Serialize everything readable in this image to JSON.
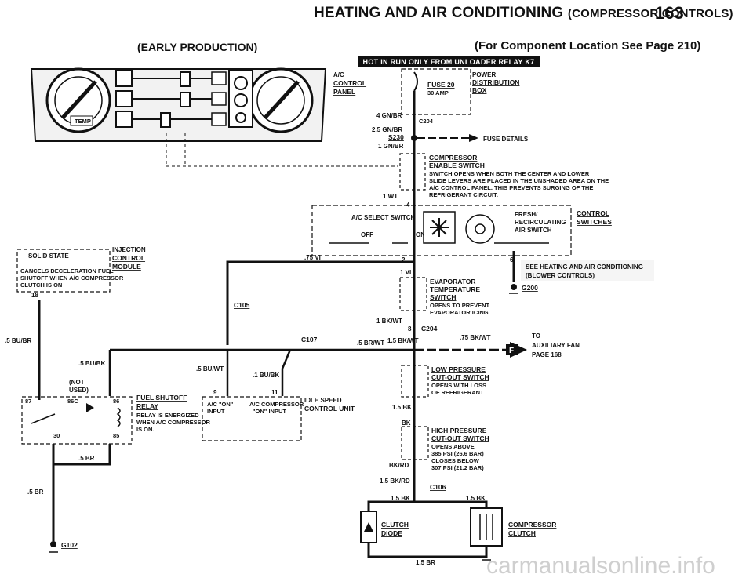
{
  "header": {
    "title_main": "HEATING AND AIR CONDITIONING",
    "title_sub": "(COMPRESSOR CONTROLS)",
    "page_number": "163",
    "production_note": "(EARLY PRODUCTION)",
    "location_note": "(For Component Location See Page 210)",
    "hot_banner": "HOT IN RUN ONLY FROM UNLOADER RELAY K7"
  },
  "components": {
    "ac_control_panel": [
      "A/C",
      "CONTROL",
      "PANEL"
    ],
    "temp_label": "TEMP",
    "fuse": {
      "name": "FUSE 20",
      "rating": "30 AMP"
    },
    "power_dist": [
      "POWER",
      "DISTRIBUTION",
      "BOX"
    ],
    "fuse_details": "FUSE DETAILS",
    "compressor_enable": {
      "title": [
        "COMPRESSOR",
        "ENABLE SWITCH"
      ],
      "note": [
        "SWITCH OPENS WHEN BOTH THE CENTER AND LOWER",
        "SLIDE LEVERS ARE PLACED IN THE UNSHADED AREA ON THE",
        "A/C CONTROL PANEL. THIS PREVENTS SURGING OF THE",
        "REFRIGERANT CIRCUIT."
      ]
    },
    "ac_select": "A/C SELECT SWITCH",
    "off": "OFF",
    "on": "ON",
    "fresh_recirc": [
      "FRESH/",
      "RECIRCULATING",
      "AIR SWITCH"
    ],
    "control_switches": [
      "CONTROL",
      "SWITCHES"
    ],
    "injection_module": [
      "INJECTION",
      "CONTROL",
      "MODULE"
    ],
    "solid_state": "SOLID STATE",
    "cancels_decel": [
      "CANCELS DECELERATION FUEL",
      "SHUTOFF WHEN A/C COMPRESSOR",
      "CLUTCH IS ON"
    ],
    "see_heating": [
      "SEE HEATING AND AIR CONDITIONING",
      "(BLOWER CONTROLS)"
    ],
    "evaporator": {
      "title": [
        "EVAPORATOR",
        "TEMPERATURE",
        "SWITCH"
      ],
      "note": [
        "OPENS TO PREVENT",
        "EVAPORATOR ICING"
      ]
    },
    "aux_fan": [
      "TO",
      "AUXILIARY FAN",
      "PAGE 168"
    ],
    "aux_letter": "F",
    "low_pressure": {
      "title": [
        "LOW PRESSURE",
        "CUT-OUT SWITCH"
      ],
      "note": [
        "OPENS WITH LOSS",
        "OF REFRIGERANT"
      ]
    },
    "high_pressure": {
      "title": [
        "HIGH PRESSURE",
        "CUT-OUT SWITCH"
      ],
      "note": [
        "OPENS ABOVE",
        "385 PSI (26.6 BAR)",
        "CLOSES BELOW",
        "307 PSI (21.2 BAR)"
      ]
    },
    "fuel_shutoff": {
      "title": [
        "FUEL SHUTOFF",
        "RELAY"
      ],
      "note": [
        "RELAY IS ENERGIZED",
        "WHEN A/C COMPRESSOR",
        "IS ON."
      ]
    },
    "not_used": [
      "(NOT",
      "USED)"
    ],
    "idle_speed": [
      "IDLE SPEED",
      "CONTROL UNIT"
    ],
    "ac_on_input": [
      "A/C \"ON\"",
      "INPUT"
    ],
    "ac_comp_input": [
      "A/C COMPRESSOR",
      "\"ON\" INPUT"
    ],
    "clutch_diode": [
      "CLUTCH",
      "DIODE"
    ],
    "compressor_clutch": [
      "COMPRESSOR",
      "CLUTCH"
    ]
  },
  "wires": {
    "w_4gnbr": "4 GN/BR",
    "w_25gnbr": "2.5 GN/BR",
    "w_1gnbr": "1 GN/BR",
    "w_1wt": "1 WT",
    "w_75vi": ".75 VI",
    "w_1vi": "1 VI",
    "w_1bkwt": "1 BK/WT",
    "w_15bkwt": "1.5 BK/WT",
    "w_75bkwt": ".75 BK/WT",
    "w_5brwt": ".5 BR/WT",
    "w_5bubr": ".5 BU/BR",
    "w_5bubk": ".5 BU/BK",
    "w_5buwt": ".5 BU/WT",
    "w_1bubk": ".1 BU/BK",
    "w_5br_a": ".5 BR",
    "w_5br_b": ".5 BR",
    "w_15bk": "1.5 BK",
    "w_bk": "BK",
    "w_bkrd": "BK/RD",
    "w_15bkrd": "1.5 BK/RD",
    "w_15bk_l": "1.5 BK",
    "w_15bk_r": "1.5 BK",
    "w_15br": "1.5 BR"
  },
  "connectors": {
    "c204a": "C204",
    "s230": "S230",
    "c105": "C105",
    "c107": "C107",
    "c204b": "C204",
    "c106": "C106",
    "g200": "G200",
    "g102": "G102"
  },
  "pins": {
    "p2": "2",
    "p4": "4",
    "p6": "6",
    "p8": "8",
    "p9": "9",
    "p11": "11",
    "p18": "18",
    "r87": "87",
    "r86c": "86C",
    "r86": "86",
    "r30": "30",
    "r85": "85"
  },
  "watermark": "carmanualsonline.info"
}
